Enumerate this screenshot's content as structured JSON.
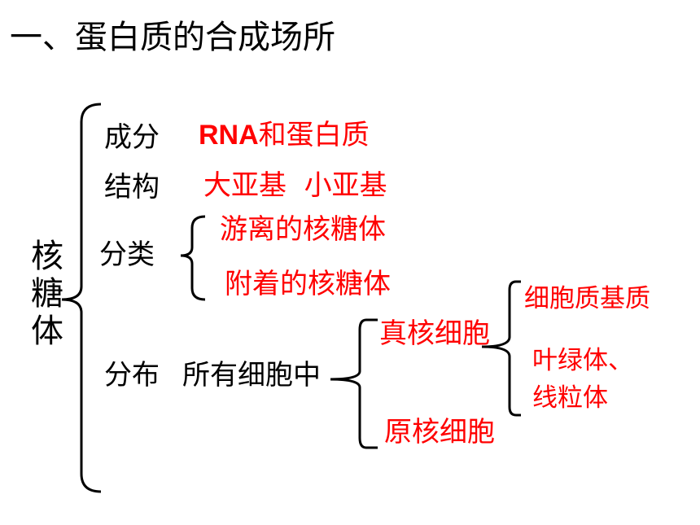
{
  "title": "一、蛋白质的合成场所",
  "root": {
    "chars": [
      "核",
      "糖",
      "体"
    ]
  },
  "composition": {
    "label": "成分",
    "value_bold": "RNA",
    "value_rest": "和蛋白质"
  },
  "structure": {
    "label": "结构",
    "value": "大亚基  小亚基"
  },
  "classification": {
    "label": "分类",
    "items": [
      "游离的核糖体",
      "附着的核糖体"
    ]
  },
  "distribution": {
    "label": "分布",
    "value": "所有细胞中",
    "eukaryote": {
      "label": "真核细胞",
      "items": [
        "细胞质基质",
        "叶绿体、",
        "线粒体"
      ]
    },
    "prokaryote": {
      "label": "原核细胞"
    }
  },
  "colors": {
    "black": "#000000",
    "red": "#ff0000"
  }
}
